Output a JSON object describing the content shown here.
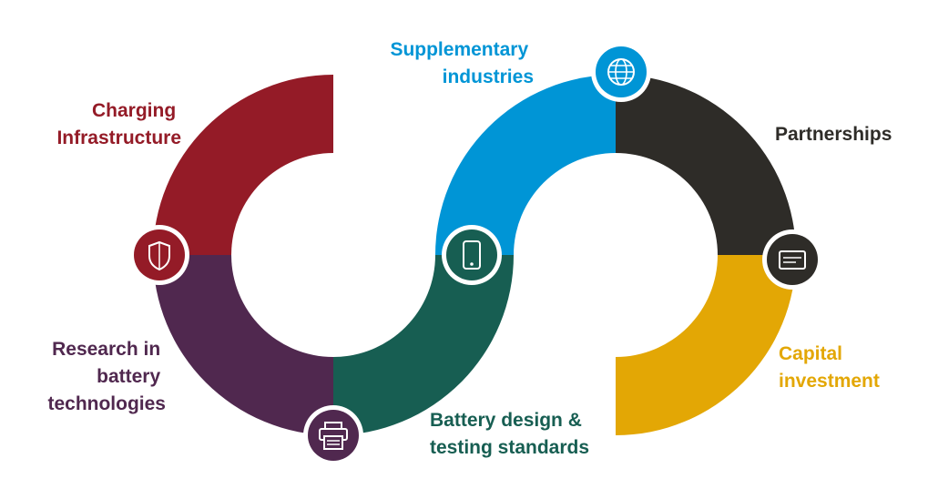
{
  "segments": [
    {
      "id": "charging",
      "lines": [
        "Charging",
        "Infrastructure"
      ],
      "color": "#941b27",
      "icon": "shield-icon"
    },
    {
      "id": "research",
      "lines": [
        "Research in",
        "battery",
        "technologies"
      ],
      "color": "#50284f",
      "icon": "printer-icon"
    },
    {
      "id": "design",
      "lines": [
        "Battery design &",
        "testing standards"
      ],
      "color": "#175e52",
      "icon": "tablet-icon"
    },
    {
      "id": "supplementary",
      "lines": [
        "Supplementary",
        "industries"
      ],
      "color": "#0095d6",
      "icon": "globe-icon"
    },
    {
      "id": "partnerships",
      "lines": [
        "Partnerships"
      ],
      "color": "#2e2c28",
      "icon": "card-icon"
    },
    {
      "id": "capital",
      "lines": [
        "Capital",
        "investment"
      ],
      "color": "#e3a705",
      "icon": ""
    }
  ]
}
